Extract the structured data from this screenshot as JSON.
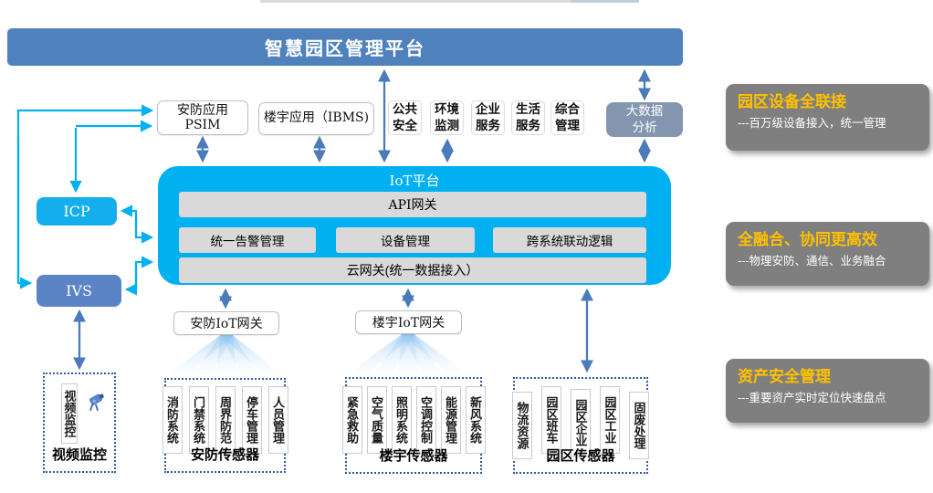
{
  "banner": {
    "title": "智慧园区管理平台"
  },
  "apps": {
    "psim": {
      "line1": "安防应用",
      "line2": "PSIM"
    },
    "ibms": {
      "label": "楼宇应用（IBMS)"
    },
    "services": [
      "公共安全",
      "环境监测",
      "企业服务",
      "生活服务",
      "综合管理"
    ],
    "bigdata": {
      "line1": "大数据",
      "line2": "分析"
    }
  },
  "left_nodes": {
    "icp": "ICP",
    "ivs": "IVS"
  },
  "platform": {
    "title": "IoT平台",
    "api_gateway": "API网关",
    "modules": [
      "统一告警管理",
      "设备管理",
      "跨系统联动逻辑"
    ],
    "cloud_gateway": "云网关(统一数据接入）"
  },
  "gateways": {
    "security": "安防IoT网关",
    "building": "楼宇IoT网关"
  },
  "sensor_groups": {
    "video": {
      "item": "视频监控",
      "label": "视频监控"
    },
    "security": {
      "items": [
        "消防系统",
        "门禁系统",
        "周界防范",
        "停车管理",
        "人员管理"
      ],
      "label": "安防传感器"
    },
    "building": {
      "items": [
        "紧急救助",
        "空气质量",
        "照明系统",
        "空调控制",
        "能源管理",
        "新风系统"
      ],
      "label": "楼宇传感器"
    },
    "park": {
      "items": [
        "物流资源",
        "园区班车",
        "园区企业",
        "园区工业",
        "固废处理"
      ],
      "label": "园区传感器"
    }
  },
  "benefits": [
    {
      "title": "园区设备全联接",
      "desc": "---百万级设备接入，统一管理"
    },
    {
      "title": "全融合、协同更高效",
      "desc": "---物理安防、通信、业务融合"
    },
    {
      "title": "资产安全管理",
      "desc": "---重要资产实时定位快速盘点"
    }
  ],
  "colors": {
    "banner_blue": "#4F81BD",
    "platform_cyan": "#00B0F0",
    "icp_cyan": "#14AEEC",
    "ivs_blue": "#5B84C6",
    "bigdata_blue": "#8496AF",
    "panel_gray": "#7F7F7F",
    "benefit_title_orange": "#FFC000",
    "connector_dark": "#4B7BBB",
    "connector_cyan": "#00B0F0",
    "bar_gray": "#D9D9D9"
  }
}
